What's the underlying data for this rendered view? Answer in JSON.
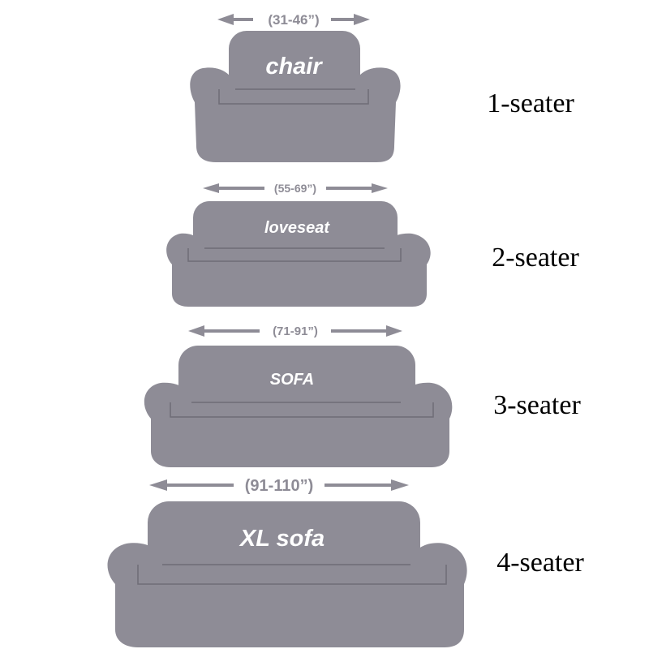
{
  "colors": {
    "sofa_fill": "#8e8c96",
    "seam": "#6f6d77",
    "label_text": "#ffffff",
    "seater_text": "#000000",
    "background": "#ffffff"
  },
  "items": [
    {
      "name": "chair",
      "size_range": "(31-46”)",
      "label": "chair",
      "seater": "1-seater"
    },
    {
      "name": "loveseat",
      "size_range": "(55-69”)",
      "label": "loveseat",
      "seater": "2-seater"
    },
    {
      "name": "sofa",
      "size_range": "(71-91”)",
      "label": "SOFA",
      "seater": "3-seater"
    },
    {
      "name": "xl-sofa",
      "size_range": "(91-110”)",
      "label": "XL sofa",
      "seater": "4-seater"
    }
  ]
}
